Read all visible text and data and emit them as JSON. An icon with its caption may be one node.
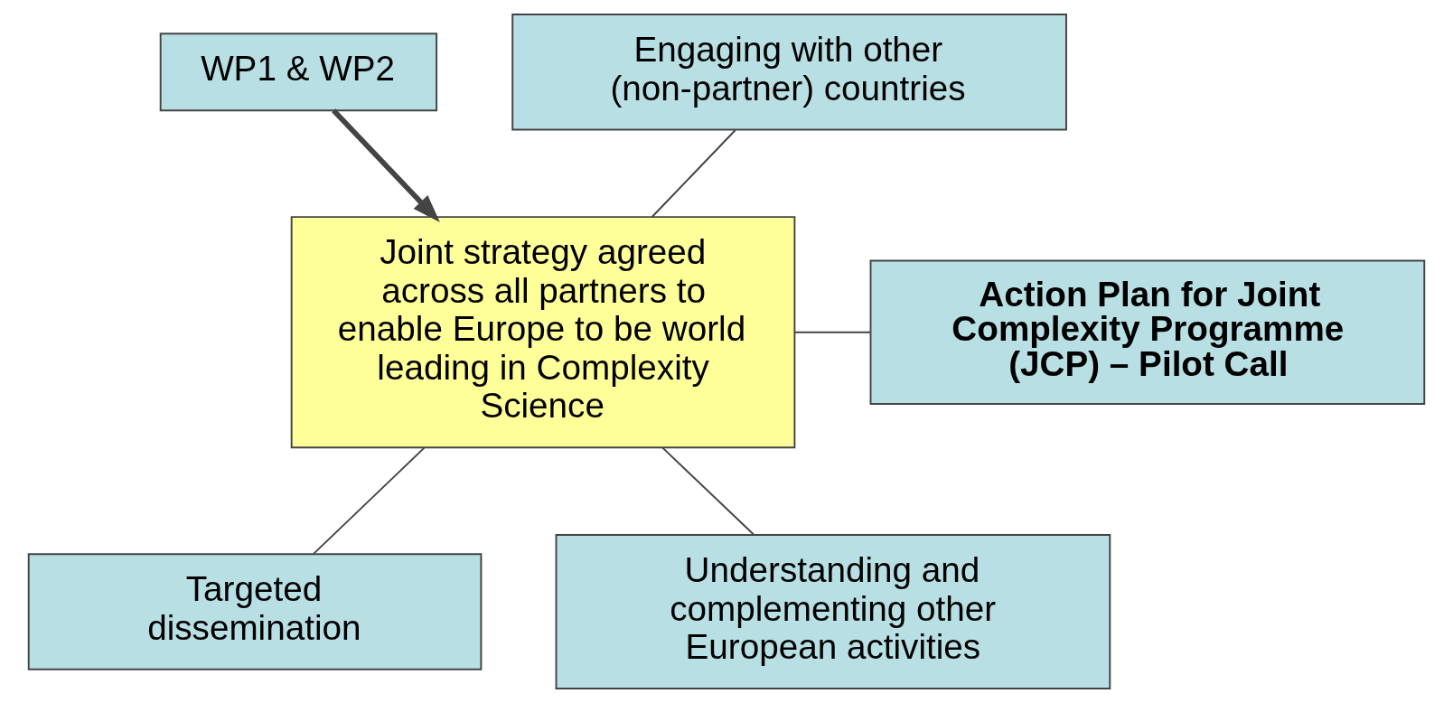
{
  "diagram": {
    "nodes": [
      {
        "text": [
          "WP1 & WP2"
        ]
      },
      {
        "text": [
          "Joint strategy agreed across all partners to enable Europe to be world leading in Complexity Science"
        ]
      },
      {
        "text": [
          "Engaging with other (non-partner) countries"
        ]
      },
      {
        "text": [
          "Action Plan for Joint Complexity Programme (JCP) – Pilot Call"
        ]
      },
      {
        "text": [
          "Targeted dissemination"
        ]
      },
      {
        "text": [
          "Understanding and complementing other European activities"
        ]
      }
    ],
    "edges": [
      {
        "from": 0,
        "to": 1,
        "arrow": "to",
        "style": "thick"
      },
      {
        "from": 2,
        "to": 1,
        "arrow": "none"
      },
      {
        "from": 3,
        "to": 1,
        "arrow": "none"
      },
      {
        "from": 4,
        "to": 1,
        "arrow": "none"
      },
      {
        "from": 5,
        "to": 1,
        "arrow": "none"
      }
    ]
  }
}
